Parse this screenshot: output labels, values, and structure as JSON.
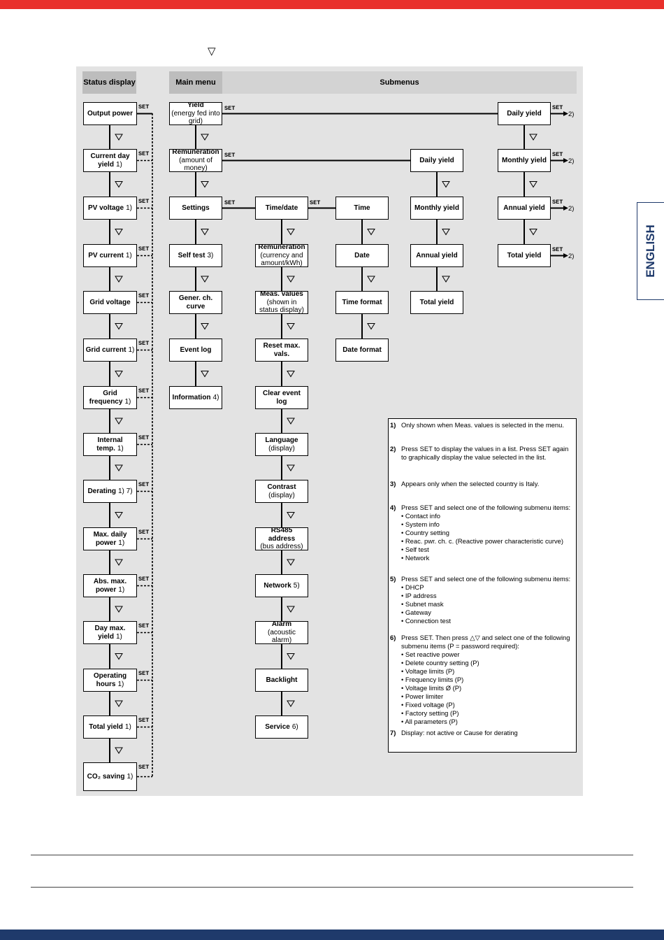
{
  "page": {
    "language_tab": "ENGLISH",
    "arrow_glyph": "▽"
  },
  "headers": {
    "status_display": "Status display",
    "main_menu": "Main menu",
    "submenus": "Submenus"
  },
  "set_label": "SET",
  "status_items": [
    {
      "name": "Output power",
      "note": ""
    },
    {
      "name": "Current day yield",
      "note": "1)"
    },
    {
      "name": "PV voltage",
      "note": "1)"
    },
    {
      "name": "PV current",
      "note": "1)"
    },
    {
      "name": "Grid voltage",
      "note": ""
    },
    {
      "name": "Grid current",
      "note": "1)"
    },
    {
      "name": "Grid frequency",
      "note": "1)"
    },
    {
      "name": "Internal temp.",
      "note": "1)"
    },
    {
      "name": "Derating",
      "note": "1) 7)"
    },
    {
      "name": "Max. daily power",
      "note": "1)"
    },
    {
      "name": "Abs. max. power",
      "note": "1)"
    },
    {
      "name": "Day max. yield",
      "note": "1)"
    },
    {
      "name": "Operating hours",
      "note": "1)"
    },
    {
      "name": "Total yield",
      "note": "1)"
    },
    {
      "name": "CO₂ saving",
      "note": "1)"
    }
  ],
  "main_menu": {
    "yield": {
      "title": "Yield",
      "sub": "(energy fed into grid)"
    },
    "remuneration": {
      "title": "Remuneration",
      "sub": "(amount of money)"
    },
    "settings": "Settings",
    "self_test": "Self test",
    "self_test_note": "3)",
    "gener_ch_curve": "Gener. ch. curve",
    "event_log": "Event log",
    "information": "Information",
    "information_note": "4)"
  },
  "settings_submenu": {
    "time_date": "Time/date",
    "remuneration": {
      "title": "Remuneration",
      "sub": "(currency and amount/kWh)"
    },
    "meas_values": {
      "title": "Meas. values",
      "sub": "(shown in status display)"
    },
    "reset_max_vals": "Reset max. vals.",
    "clear_event_log": "Clear event log",
    "language": {
      "title": "Language",
      "sub": "(display)"
    },
    "contrast": {
      "title": "Contrast",
      "sub": "(display)"
    },
    "rs485": {
      "title": "RS485 address",
      "sub": "(bus address)"
    },
    "network": "Network",
    "network_note": "5)",
    "alarm": {
      "title": "Alarm",
      "sub": "(acoustic alarm)"
    },
    "backlight": "Backlight",
    "service": "Service",
    "service_note": "6)"
  },
  "time_submenu": {
    "time": "Time",
    "date": "Date",
    "time_format": "Time format",
    "date_format": "Date format"
  },
  "remuneration_submenu": {
    "daily_yield": "Daily yield",
    "monthly_yield": "Monthly yield",
    "annual_yield": "Annual yield",
    "total_yield": "Total yield"
  },
  "yield_submenu": {
    "daily_yield": "Daily yield",
    "monthly_yield": "Monthly yield",
    "annual_yield": "Annual yield",
    "total_yield": "Total yield",
    "ref": "2)"
  },
  "notes": {
    "n1": {
      "num": "1)",
      "text": "Only shown when Meas. values is selected in the menu."
    },
    "n2": {
      "num": "2)",
      "text": "Press SET to display the values in a list. Press SET again to graphically display the value selected in the list."
    },
    "n3": {
      "num": "3)",
      "text": "Appears only when the selected country is Italy."
    },
    "n4": {
      "num": "4)",
      "text": "Press SET and select one of the following submenu items:",
      "items": [
        "• Contact info",
        "• System info",
        "• Country setting",
        "• Reac. pwr. ch. c. (Reactive power characteristic curve)",
        "• Self test",
        "• Network"
      ]
    },
    "n5": {
      "num": "5)",
      "text": "Press SET and select one of the following submenu items:",
      "items": [
        "• DHCP",
        "• IP address",
        "• Subnet mask",
        "• Gateway",
        "• Connection test"
      ]
    },
    "n6": {
      "num": "6)",
      "text": "Press SET. Then press △▽ and select one of the following submenu items (P = password required):",
      "items": [
        "• Set reactive power",
        "• Delete country setting (P)",
        "• Voltage limits (P)",
        "• Frequency limits (P)",
        "• Voltage limits Ø (P)",
        "• Power limiter",
        "• Fixed voltage (P)",
        "• Factory setting (P)",
        "• All parameters (P)"
      ]
    },
    "n7": {
      "num": "7)",
      "text": "Display: not active or Cause for derating"
    }
  }
}
